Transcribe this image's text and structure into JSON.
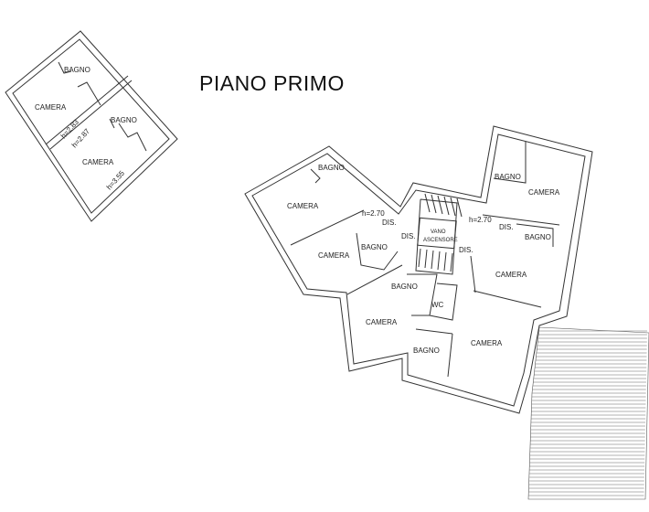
{
  "title": "PIANO PRIMO",
  "colors": {
    "line": "#333333",
    "background": "#ffffff"
  },
  "left_plan": {
    "rooms": [
      "BAGNO",
      "CAMERA",
      "BAGNO",
      "CAMERA"
    ],
    "heights": [
      "h=2.83",
      "h=2.87",
      "h=3.55"
    ]
  },
  "main_plan": {
    "rooms": [
      "BAGNO",
      "CAMERA",
      "BAGNO",
      "CAMERA",
      "BAGNO",
      "CAMERA",
      "BAGNO",
      "CAMERA",
      "BAGNO",
      "WC",
      "CAMERA",
      "BAGNO",
      "CAMERA"
    ],
    "distributions": [
      "DIS.",
      "DIS.",
      "DIS.",
      "DIS."
    ],
    "heights": [
      "h=2.70",
      "h=2.70"
    ],
    "elevator": [
      "VANO",
      "ASCENSORE"
    ]
  }
}
